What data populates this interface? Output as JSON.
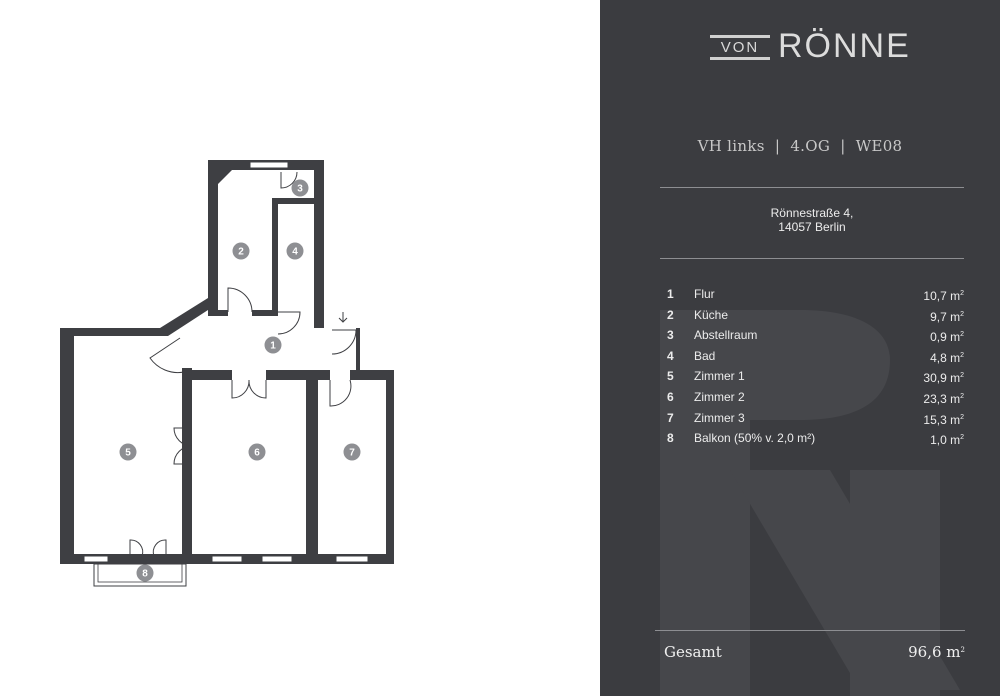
{
  "brand": {
    "prefix": "VON",
    "name": "RÖNNE"
  },
  "unit_line": "VH links  |  4.OG  |  WE08",
  "address": {
    "line1": "Rönnestraße 4,",
    "line2": "14057 Berlin"
  },
  "rooms": [
    {
      "no": "1",
      "name": "Flur",
      "area": "10,7 m",
      "unit_sup": "2"
    },
    {
      "no": "2",
      "name": "Küche",
      "area": "9,7 m",
      "unit_sup": "2"
    },
    {
      "no": "3",
      "name": "Abstellraum",
      "area": "0,9 m",
      "unit_sup": "2"
    },
    {
      "no": "4",
      "name": "Bad",
      "area": "4,8 m",
      "unit_sup": "2"
    },
    {
      "no": "5",
      "name": "Zimmer 1",
      "area": "30,9 m",
      "unit_sup": "2"
    },
    {
      "no": "6",
      "name": "Zimmer 2",
      "area": "23,3 m",
      "unit_sup": "2"
    },
    {
      "no": "7",
      "name": "Zimmer 3",
      "area": "15,3 m",
      "unit_sup": "2"
    },
    {
      "no": "8",
      "name": "Balkon (50% v. 2,0 m²)",
      "area": "1,0 m",
      "unit_sup": "2"
    }
  ],
  "total": {
    "label": "Gesamt",
    "value": "96,6 m",
    "unit_sup": "2"
  },
  "plan_labels": [
    "1",
    "2",
    "3",
    "4",
    "5",
    "6",
    "7",
    "8"
  ],
  "colors": {
    "panel": "#3b3c40",
    "wall": "#3e3f43",
    "marker": "#8e8f93",
    "text_light": "#ececec"
  }
}
